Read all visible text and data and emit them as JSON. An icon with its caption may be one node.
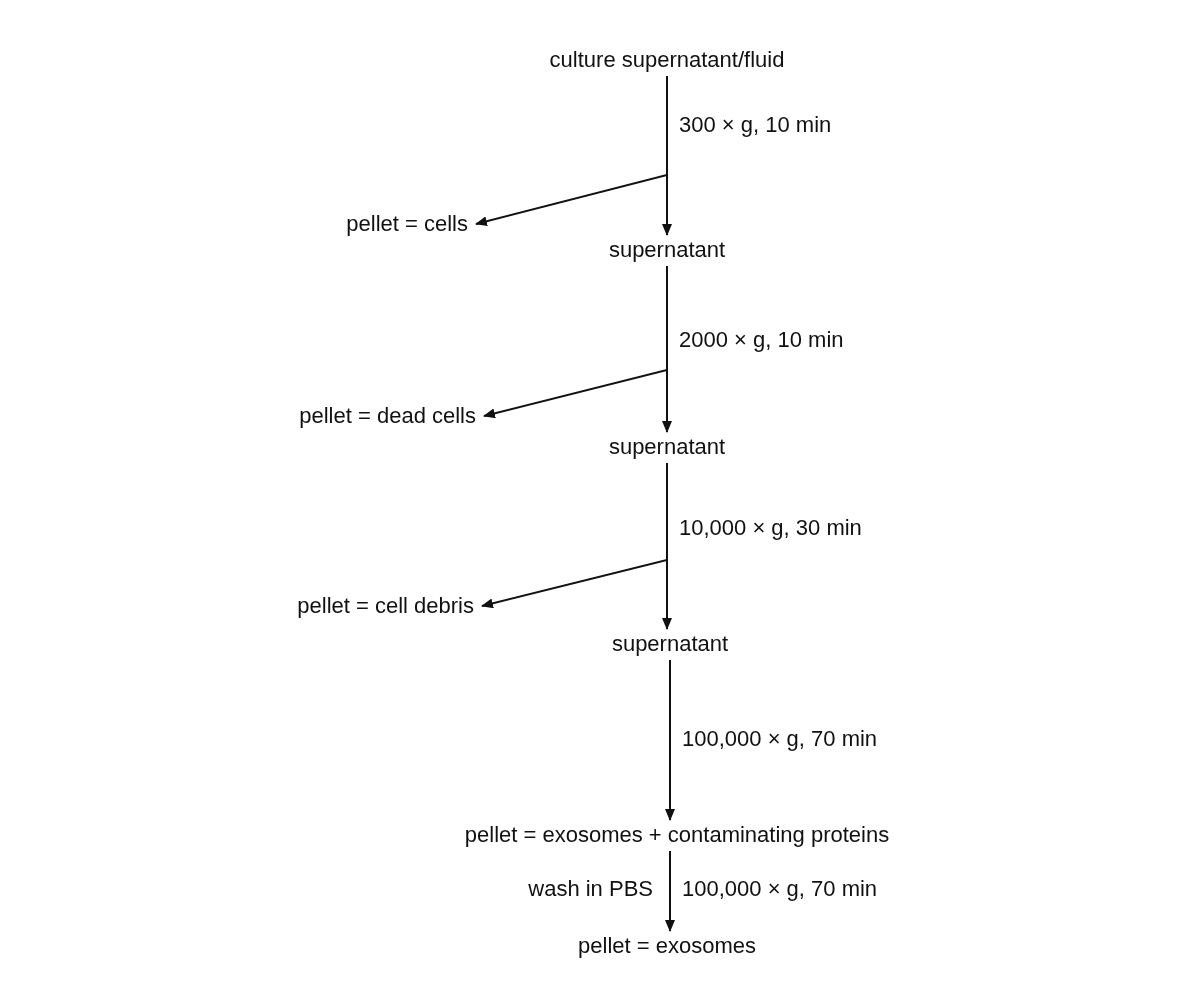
{
  "diagram": {
    "nodes": [
      {
        "text": [
          "culture supernatant/fluid"
        ]
      },
      {
        "text": [
          "pellet = cells"
        ]
      },
      {
        "text": [
          "supernatant"
        ]
      },
      {
        "text": [
          "pellet = dead cells"
        ]
      },
      {
        "text": [
          "supernatant"
        ]
      },
      {
        "text": [
          "pellet = cell debris"
        ]
      },
      {
        "text": [
          "supernatant"
        ]
      },
      {
        "text": [
          "pellet = exosomes + contaminating proteins"
        ]
      },
      {
        "text": [
          "pellet = exosomes"
        ]
      }
    ],
    "edges": [
      {
        "from": 0,
        "to": 2,
        "arrow": "to",
        "label": "300 × g, 10 min"
      },
      {
        "from": 0,
        "to": 1,
        "arrow": "to"
      },
      {
        "from": 2,
        "to": 4,
        "arrow": "to",
        "label": "2000 × g, 10 min"
      },
      {
        "from": 2,
        "to": 3,
        "arrow": "to"
      },
      {
        "from": 4,
        "to": 6,
        "arrow": "to",
        "label": "10,000 × g, 30 min"
      },
      {
        "from": 4,
        "to": 5,
        "arrow": "to"
      },
      {
        "from": 6,
        "to": 7,
        "arrow": "to",
        "label": "100,000 × g, 70 min"
      },
      {
        "from": 7,
        "to": 8,
        "arrow": "to",
        "label": "100,000 × g, 70 min"
      }
    ],
    "labels": [
      "wash in PBS"
    ]
  }
}
